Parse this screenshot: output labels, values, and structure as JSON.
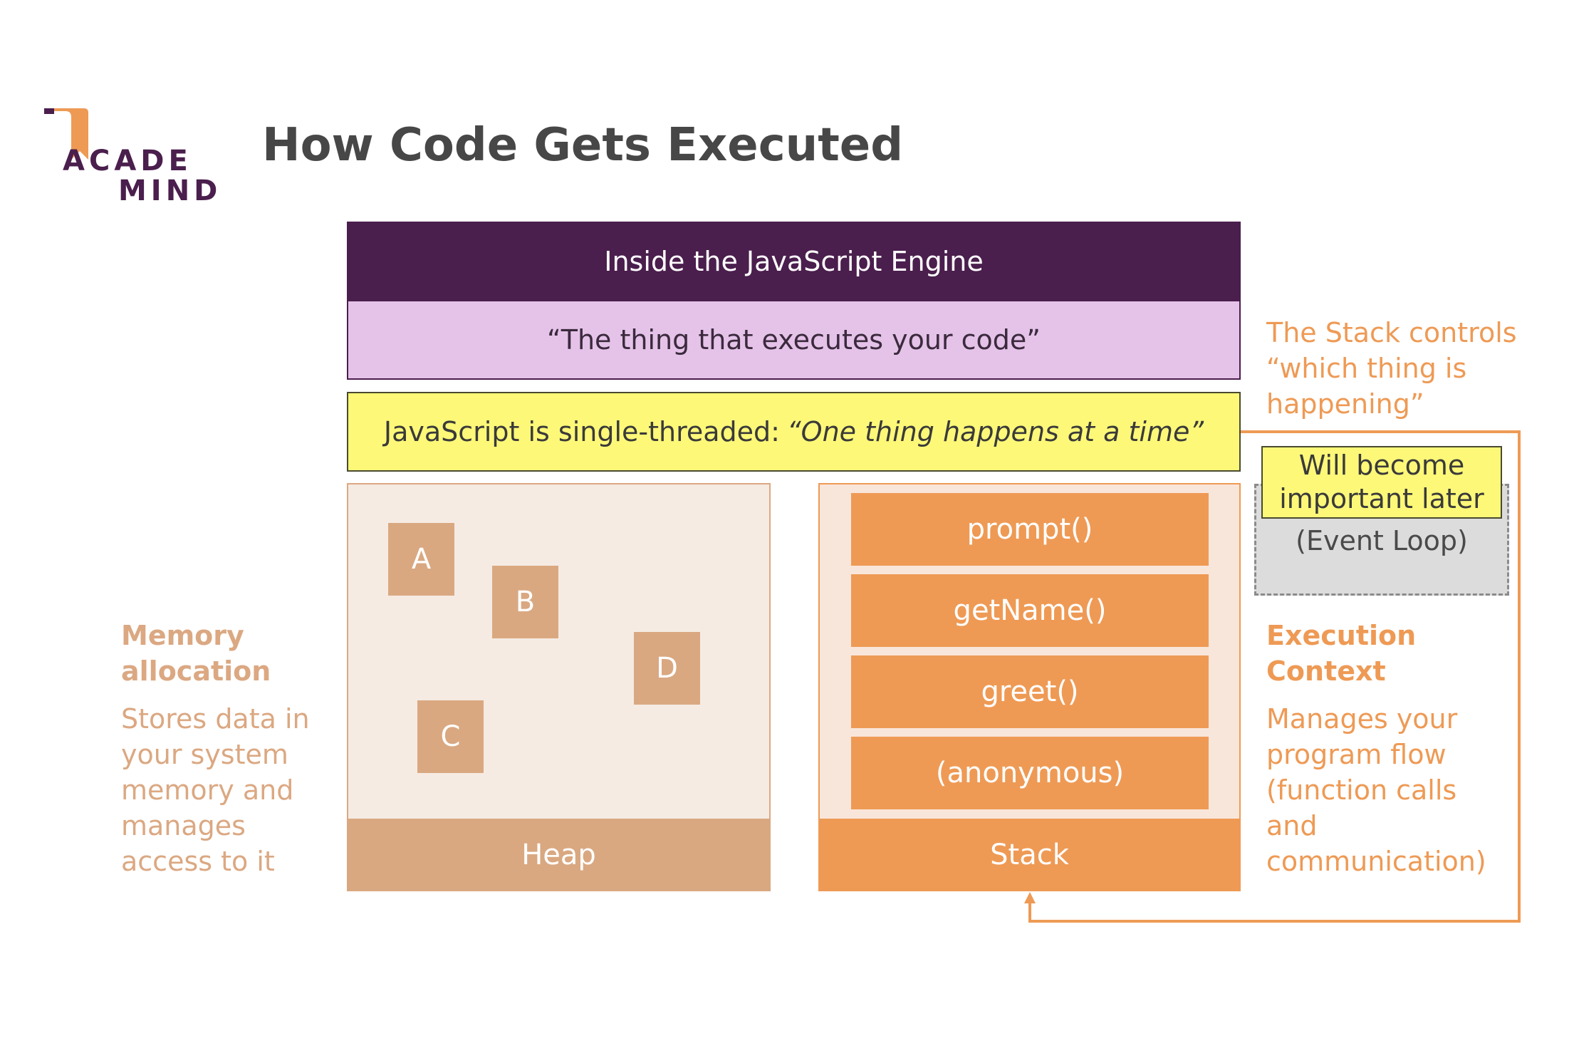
{
  "logo": {
    "line1": "ACADE",
    "line2": "MIND"
  },
  "title": "How Code Gets Executed",
  "engine": {
    "header": "Inside the JavaScript Engine",
    "subtitle": "“The thing that executes your code”"
  },
  "single_thread": {
    "text": "JavaScript is single-threaded:",
    "quote": "“One thing happens at a time”"
  },
  "heap": {
    "label": "Heap",
    "blocks": [
      "A",
      "B",
      "C",
      "D"
    ]
  },
  "stack": {
    "label": "Stack",
    "frames": [
      "prompt()",
      "getName()",
      "greet()",
      "(anonymous)"
    ]
  },
  "memory": {
    "title_line1": "Memory",
    "title_line2": "allocation",
    "desc": [
      "Stores data in",
      "your system",
      "memory and",
      "manages",
      "access to it"
    ]
  },
  "execution": {
    "title_line1": "Execution",
    "title_line2": "Context",
    "desc": [
      "Manages your",
      "program flow",
      "(function calls",
      "and",
      "communication)"
    ]
  },
  "stack_controls": [
    "The Stack controls",
    "“which thing is",
    "happening”"
  ],
  "event_loop": {
    "label": "(Event Loop)",
    "note_line1": "Will become",
    "note_line2": "important later"
  },
  "colors": {
    "engine_purple": "#4a1e4d",
    "engine_pink": "#e5c3e9",
    "yellow": "#fdf878",
    "heap_tan": "#d9a881",
    "stack_orange": "#ee9a55",
    "title_gray": "#474747"
  }
}
